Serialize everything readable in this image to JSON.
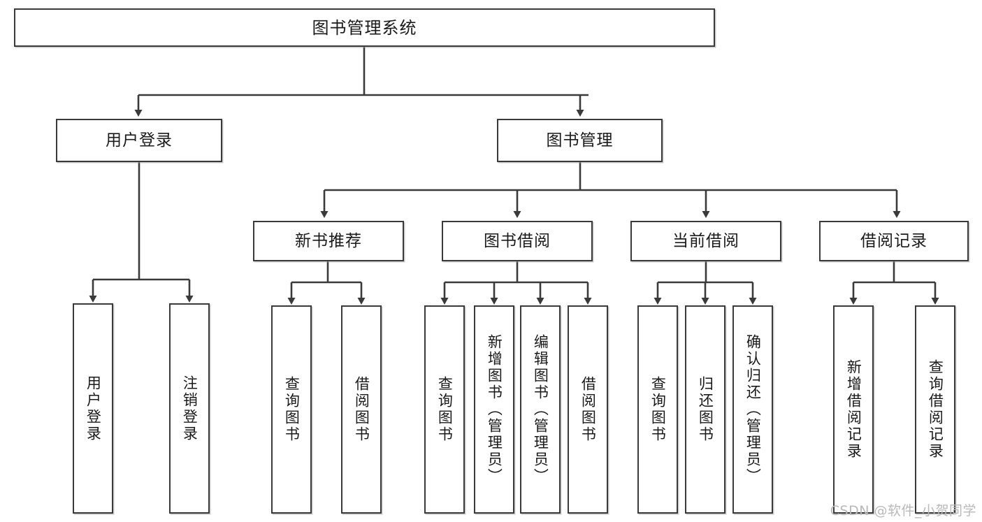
{
  "diagram": {
    "type": "tree",
    "title": "图书管理系统",
    "colors": {
      "box_border": "#3a3a3a",
      "box_fill": "#ffffff",
      "line": "#3a3a3a",
      "text": "#1a1a1a",
      "watermark": "#b9b9b9"
    },
    "root": {
      "label": "图书管理系统"
    },
    "level1": [
      {
        "label": "用户登录"
      },
      {
        "label": "图书管理"
      }
    ],
    "level2": [
      {
        "label": "新书推荐"
      },
      {
        "label": "图书借阅"
      },
      {
        "label": "当前借阅"
      },
      {
        "label": "借阅记录"
      }
    ],
    "leaves": {
      "user_login": [
        {
          "label": "用户登录"
        },
        {
          "label": "注销登录"
        }
      ],
      "new_book_recommend": [
        {
          "label": "查询图书"
        },
        {
          "label": "借阅图书"
        }
      ],
      "book_borrow": [
        {
          "label": "查询图书"
        },
        {
          "label": "新增图书（管理员）"
        },
        {
          "label": "编辑图书（管理员）"
        },
        {
          "label": "借阅图书"
        }
      ],
      "current_borrow": [
        {
          "label": "查询图书"
        },
        {
          "label": "归还图书"
        },
        {
          "label": "确认归还（管理员）"
        }
      ],
      "borrow_records": [
        {
          "label": "新增借阅记录"
        },
        {
          "label": "查询借阅记录"
        }
      ]
    }
  },
  "watermark": {
    "text": "CSDN @软件_小贺同学"
  }
}
